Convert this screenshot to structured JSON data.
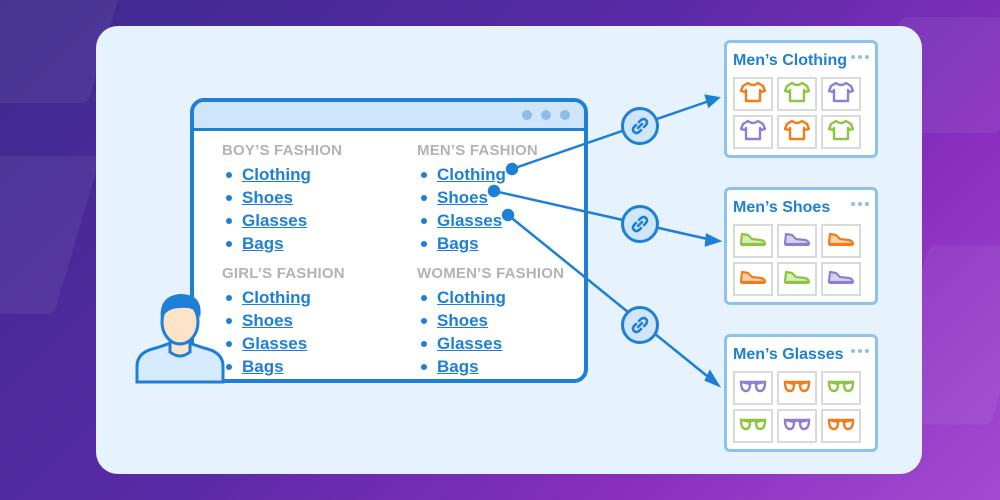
{
  "colors": {
    "accent": "#1e7fd6",
    "orange": "#f07d1a",
    "green": "#8cc63f",
    "purple": "#8c7fd4",
    "heading_gray": "#b3b3b3"
  },
  "site": {
    "groups": [
      {
        "heading": "BOY’S FASHION",
        "links": [
          "Clothing",
          "Shoes",
          "Glasses",
          "Bags"
        ]
      },
      {
        "heading": "MEN’S FASHION",
        "links": [
          "Clothing",
          "Shoes",
          "Glasses",
          "Bags"
        ]
      },
      {
        "heading": "GIRL’S FASHION",
        "links": [
          "Clothing",
          "Shoes",
          "Glasses",
          "Bags"
        ]
      },
      {
        "heading": "WOMEN’S FASHION",
        "links": [
          "Clothing",
          "Shoes",
          "Glasses",
          "Bags"
        ]
      }
    ]
  },
  "panels": [
    {
      "title": "Men’s Clothing",
      "icon": "tshirt-icon",
      "colors": [
        "orange",
        "green",
        "purple",
        "purple",
        "orange",
        "green"
      ]
    },
    {
      "title": "Men’s Shoes",
      "icon": "sneaker-icon",
      "colors": [
        "green",
        "purple",
        "orange",
        "orange",
        "green",
        "purple"
      ]
    },
    {
      "title": "Men’s Glasses",
      "icon": "glasses-icon",
      "colors": [
        "purple",
        "orange",
        "green",
        "green",
        "purple",
        "orange"
      ]
    }
  ],
  "icons": {
    "user": "user-icon",
    "link": "chain-link-icon"
  }
}
